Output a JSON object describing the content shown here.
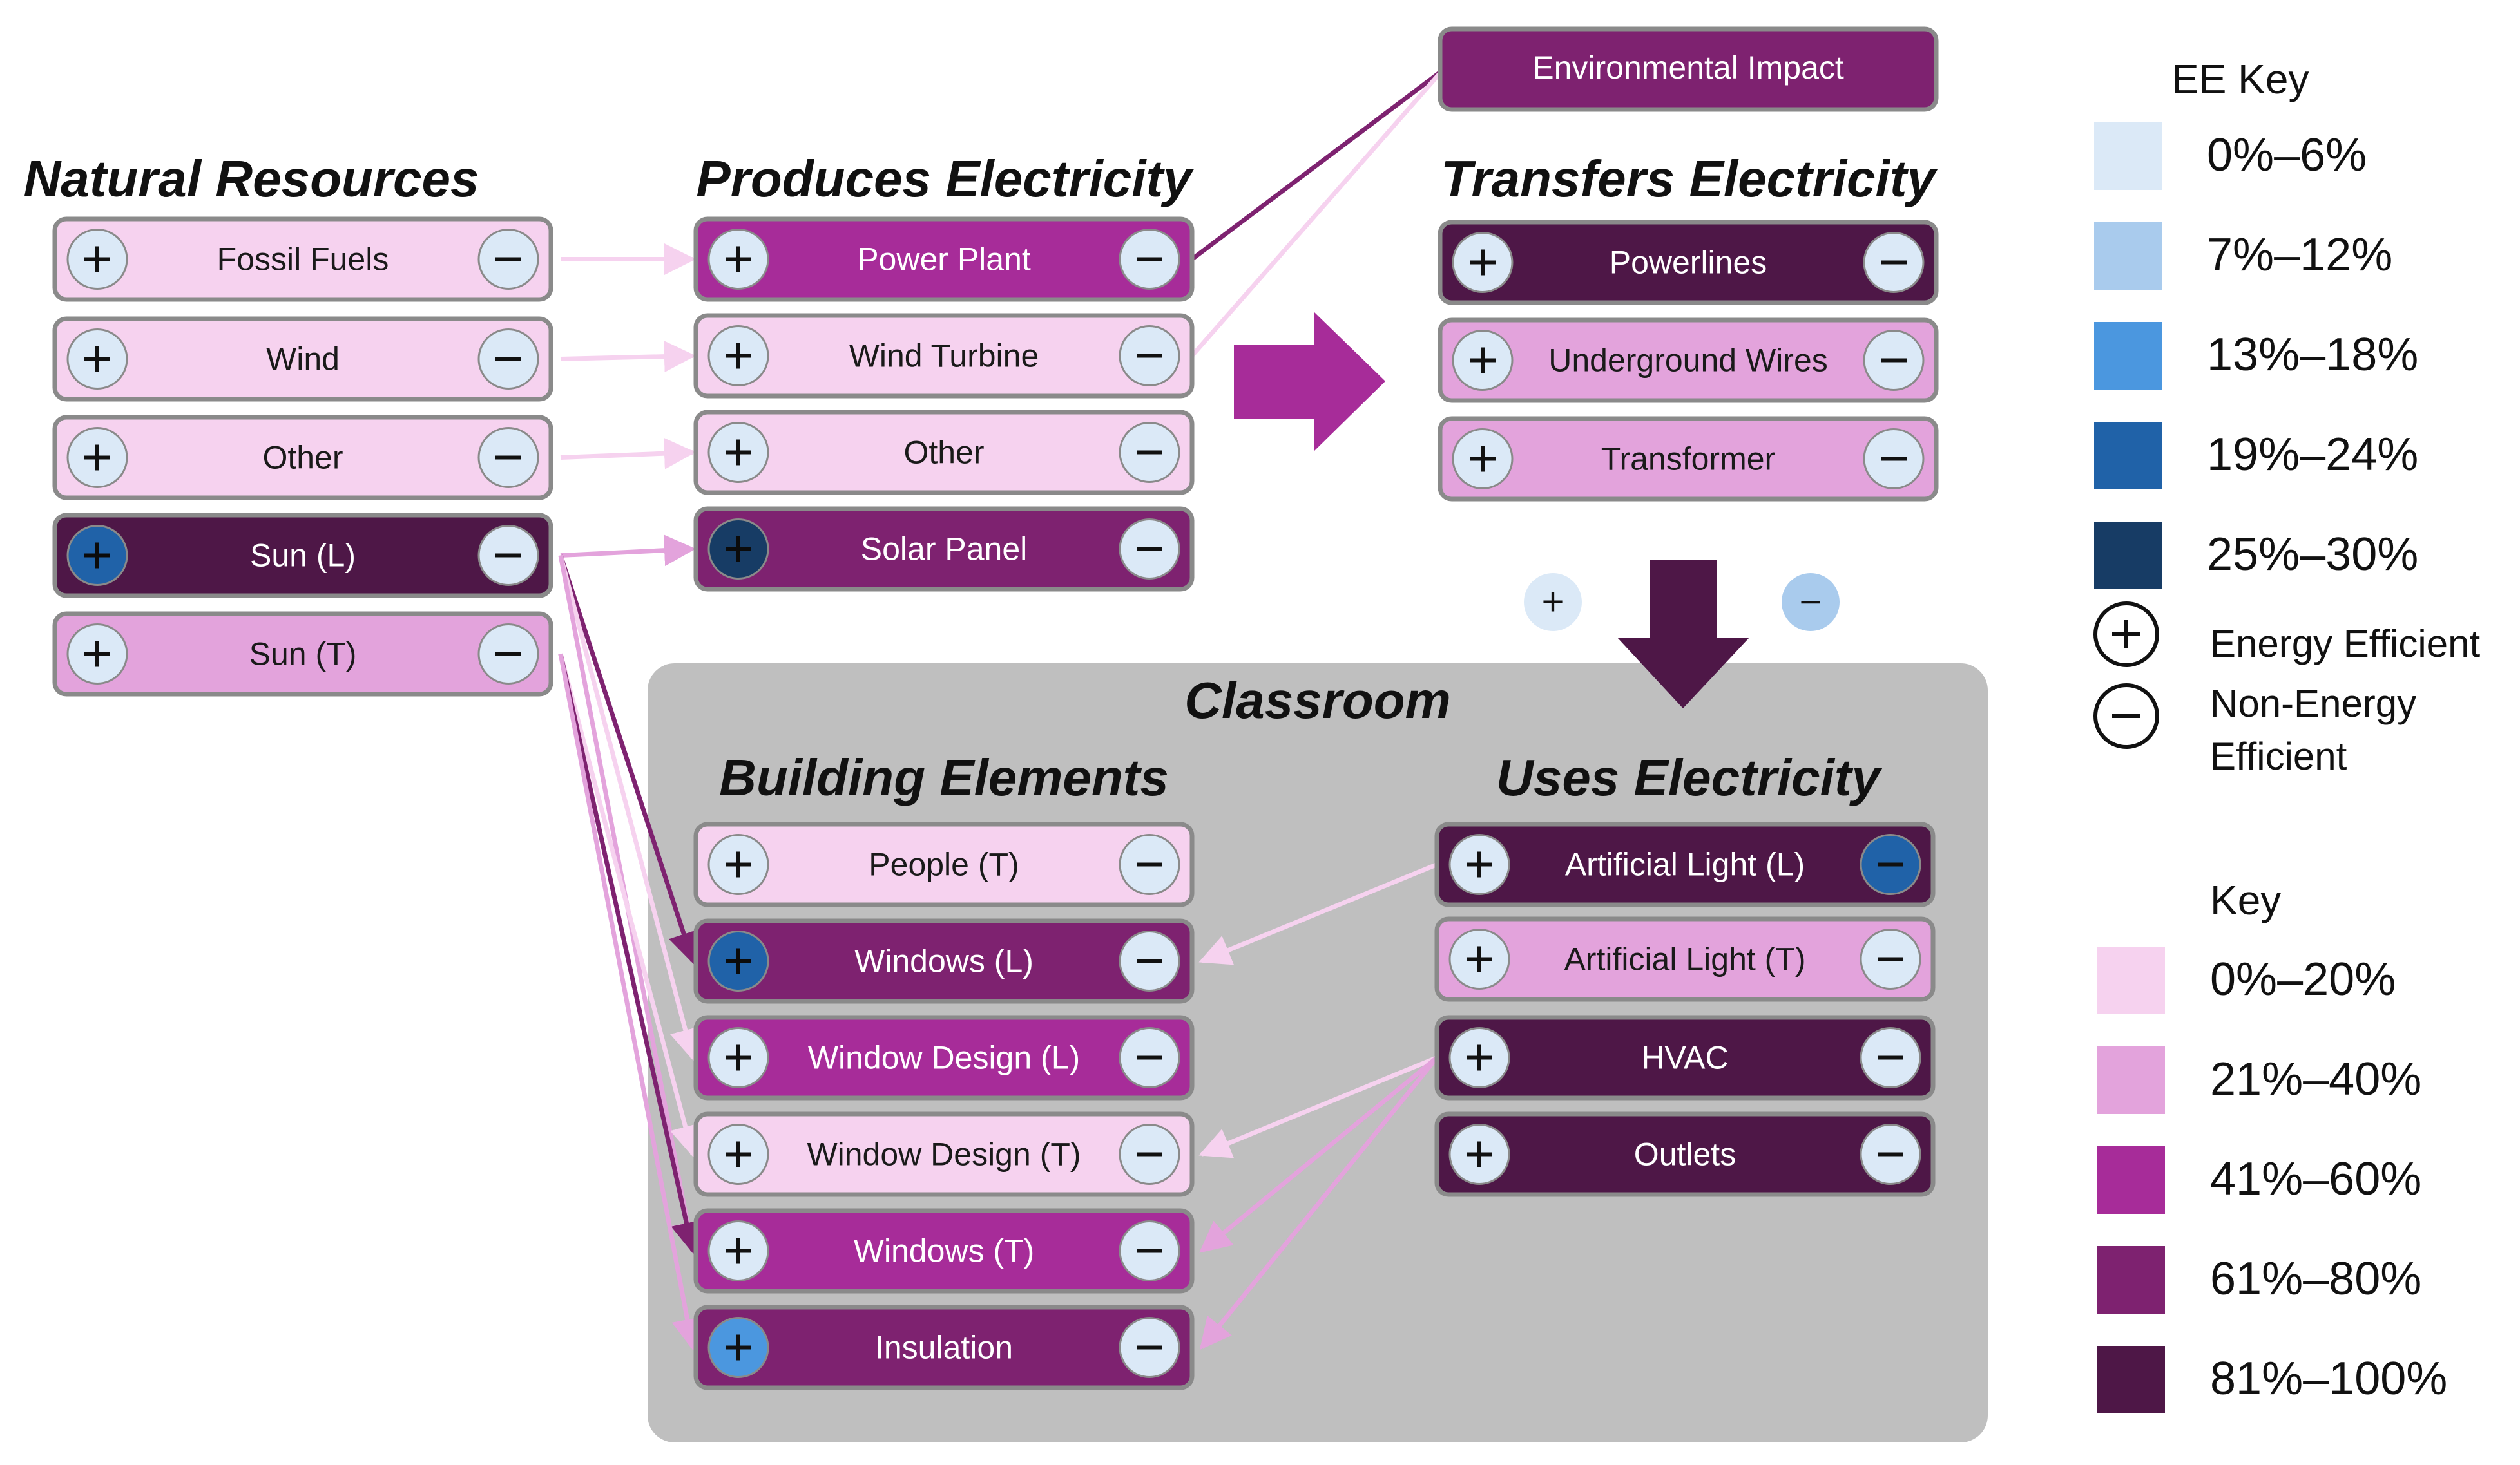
{
  "colors": {
    "ee": [
      "#dbe9f7",
      "#a9cbed",
      "#4b97df",
      "#2062a8",
      "#173c65"
    ],
    "pct": [
      "#f6d2ef",
      "#e3a3dc",
      "#a72c99",
      "#7e2270",
      "#4e1747"
    ],
    "outline": "#8a8a8a",
    "classroom_bg": "#bfbfbf"
  },
  "columns": {
    "natural": "Natural Resources",
    "produces": "Produces Electricity",
    "transfers": "Transfers Electricity",
    "building": "Building Elements",
    "uses": "Uses Electricity"
  },
  "classroom_label": "Classroom",
  "environmental_impact": "Environmental Impact",
  "nodes": [
    {
      "id": "fossil",
      "label": "Fossil Fuels",
      "fill": 0,
      "plus": 0,
      "minus": 0
    },
    {
      "id": "wind",
      "label": "Wind",
      "fill": 0,
      "plus": 0,
      "minus": 0
    },
    {
      "id": "other_nr",
      "label": "Other",
      "fill": 0,
      "plus": 0,
      "minus": 0
    },
    {
      "id": "sun_l",
      "label": "Sun (L)",
      "fill": 4,
      "plus": 3,
      "minus": 0
    },
    {
      "id": "sun_t",
      "label": "Sun (T)",
      "fill": 1,
      "plus": 0,
      "minus": 0
    },
    {
      "id": "power_plant",
      "label": "Power Plant",
      "fill": 2,
      "plus": 0,
      "minus": 0
    },
    {
      "id": "wind_turbine",
      "label": "Wind Turbine",
      "fill": 0,
      "plus": 0,
      "minus": 0
    },
    {
      "id": "other_pe",
      "label": "Other",
      "fill": 0,
      "plus": 0,
      "minus": 0
    },
    {
      "id": "solar_panel",
      "label": "Solar Panel",
      "fill": 3,
      "plus": 4,
      "minus": 0
    },
    {
      "id": "powerlines",
      "label": "Powerlines",
      "fill": 4,
      "plus": 0,
      "minus": 0
    },
    {
      "id": "underground",
      "label": "Underground Wires",
      "fill": 1,
      "plus": 0,
      "minus": 0
    },
    {
      "id": "transformer",
      "label": "Transformer",
      "fill": 1,
      "plus": 0,
      "minus": 0
    },
    {
      "id": "people_t",
      "label": "People (T)",
      "fill": 0,
      "plus": 0,
      "minus": 0
    },
    {
      "id": "windows_l",
      "label": "Windows (L)",
      "fill": 3,
      "plus": 3,
      "minus": 0
    },
    {
      "id": "window_design_l",
      "label": "Window Design (L)",
      "fill": 2,
      "plus": 0,
      "minus": 0
    },
    {
      "id": "window_design_t",
      "label": "Window Design (T)",
      "fill": 0,
      "plus": 0,
      "minus": 0
    },
    {
      "id": "windows_t",
      "label": "Windows (T)",
      "fill": 2,
      "plus": 0,
      "minus": 0
    },
    {
      "id": "insulation",
      "label": "Insulation",
      "fill": 3,
      "plus": 2,
      "minus": 0
    },
    {
      "id": "art_light_l",
      "label": "Artificial Light (L)",
      "fill": 4,
      "plus": 0,
      "minus": 3
    },
    {
      "id": "art_light_t",
      "label": "Artificial Light (T)",
      "fill": 1,
      "plus": 0,
      "minus": 0
    },
    {
      "id": "hvac",
      "label": "HVAC",
      "fill": 4,
      "plus": 0,
      "minus": 0
    },
    {
      "id": "outlets",
      "label": "Outlets",
      "fill": 4,
      "plus": 0,
      "minus": 0
    }
  ],
  "edges": [
    {
      "from": "fossil",
      "to": "power_plant",
      "color": 0
    },
    {
      "from": "wind",
      "to": "wind_turbine",
      "color": 0
    },
    {
      "from": "other_nr",
      "to": "other_pe",
      "color": 0
    },
    {
      "from": "sun_l",
      "to": "solar_panel",
      "color": 1
    },
    {
      "from": "sun_l",
      "to": "windows_l",
      "color": 3
    },
    {
      "from": "sun_l",
      "to": "window_design_l",
      "color": 0
    },
    {
      "from": "sun_l",
      "to": "windows_t",
      "color": 1
    },
    {
      "from": "sun_t",
      "to": "window_design_t",
      "color": 0
    },
    {
      "from": "sun_t",
      "to": "windows_t",
      "color": 3
    },
    {
      "from": "sun_t",
      "to": "insulation",
      "color": 1
    },
    {
      "from": "art_light_l",
      "to": "windows_l",
      "color": 0
    },
    {
      "from": "hvac",
      "to": "window_design_t",
      "color": 0
    },
    {
      "from": "hvac",
      "to": "windows_t",
      "color": 1
    },
    {
      "from": "hvac",
      "to": "insulation",
      "color": 1
    }
  ],
  "impact_links": [
    {
      "from": "power_plant",
      "color": 3
    },
    {
      "from": "wind_turbine",
      "color": 0
    }
  ],
  "flow_symbols": {
    "plus": "+",
    "minus": "−"
  },
  "ee_key": {
    "title": "EE Key",
    "items": [
      "0%–6%",
      "7%–12%",
      "13%–18%",
      "19%–24%",
      "25%–30%"
    ],
    "plus_label": "Energy Efficient",
    "minus_label": [
      "Non-Energy",
      "Efficient"
    ]
  },
  "pct_key": {
    "title": "Key",
    "items": [
      "0%–20%",
      "21%–40%",
      "41%–60%",
      "61%–80%",
      "81%–100%"
    ]
  }
}
